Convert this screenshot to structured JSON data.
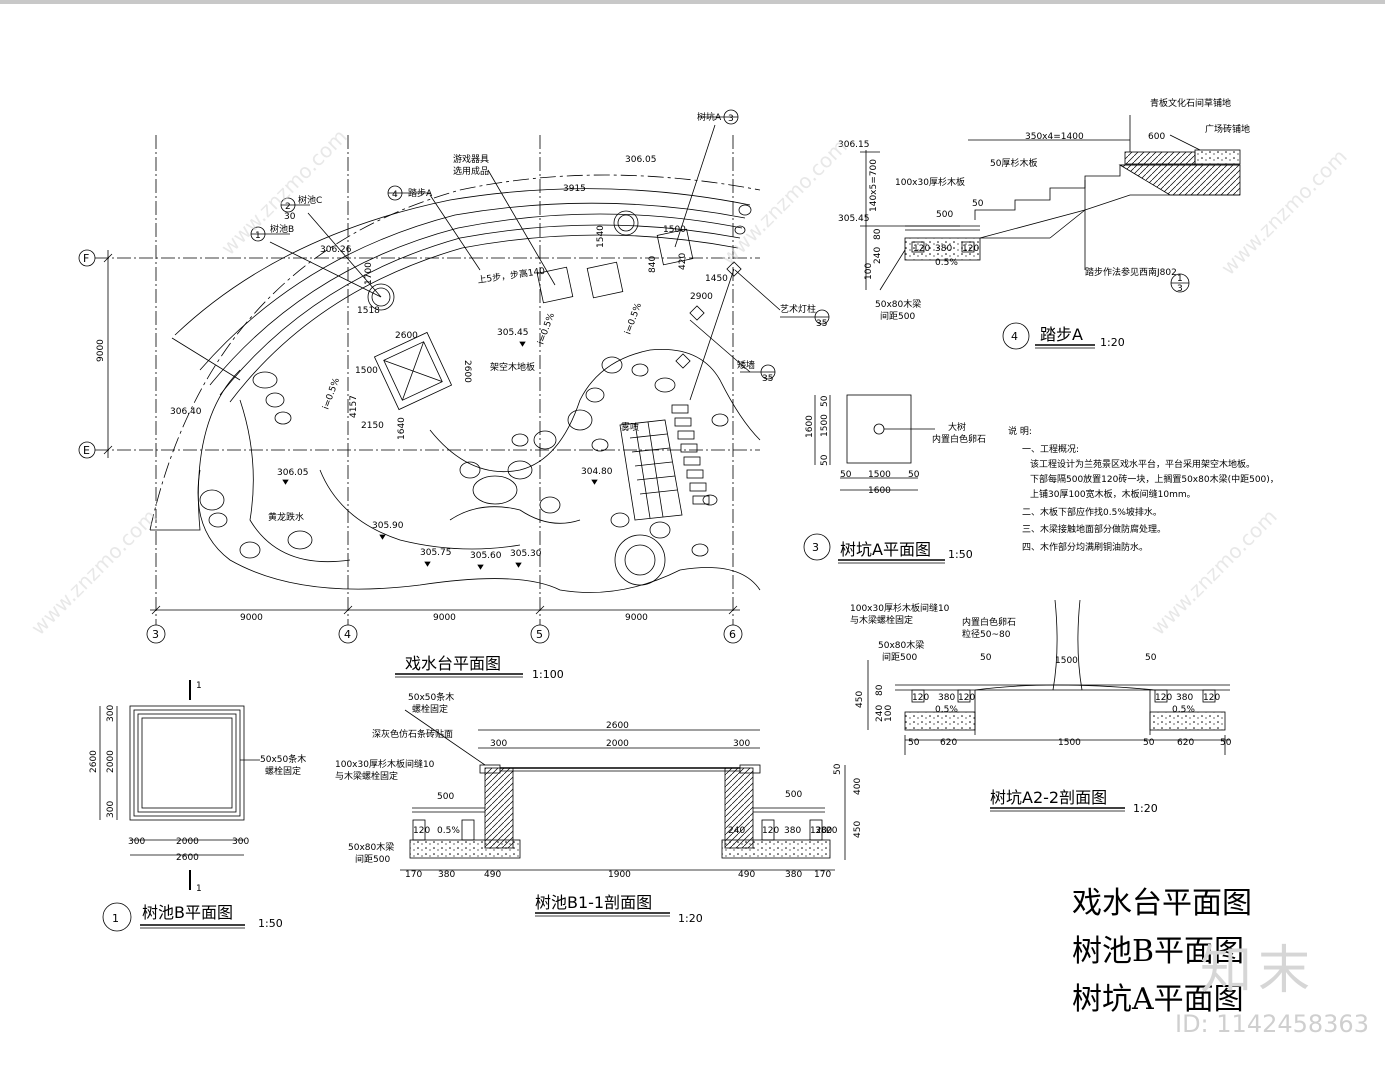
{
  "plan": {
    "title": "戏水台平面图",
    "scale": "1:100",
    "labels": {
      "shuchi_c": "树池C",
      "shuchi_b": "树池B",
      "tabu_a": "踏步A",
      "shukeng_a": "树坑A",
      "youxi_1": "游戏器具",
      "youxi_2": "选用成品",
      "steps": "上5步，步高140",
      "deck": "架空木地板",
      "spray": "雾喷",
      "pond": "黄龙跌水",
      "artlamp": "艺术灯柱",
      "wall": "矮墙"
    },
    "elevations": [
      "306.05",
      "306.26",
      "306.40",
      "305.45",
      "306.05",
      "304.80",
      "305.90",
      "305.75",
      "305.60",
      "305.30"
    ],
    "dims": {
      "d3915": "3915",
      "d1500": "1500",
      "d1450": "1450",
      "d2900": "2900",
      "d2600": "2600",
      "d1500b": "1500",
      "d4157": "4157",
      "d2150": "2150",
      "d1640": "1640",
      "d1518": "1518",
      "d1700": "1700",
      "d840": "840",
      "d420": "420",
      "d1540": "1540",
      "d2600v": "2600",
      "d9000v": "9000",
      "d9000a": "9000",
      "d9000b": "9000",
      "d9000c": "9000"
    },
    "slopes": [
      "i=0.5%",
      "i=0.5%",
      "i=0.5%"
    ],
    "grid_letters": [
      "F",
      "E"
    ],
    "grid_numbers": [
      "3",
      "4",
      "5",
      "6"
    ],
    "callouts": [
      {
        "num": "4",
        "den": "",
        "label": "4"
      },
      {
        "num": "2",
        "den": "30",
        "label": "2"
      },
      {
        "num": "1",
        "den": "",
        "label": "1"
      },
      {
        "num": "3",
        "den": "",
        "label": "3"
      }
    ],
    "callout_dens": [
      "30",
      "35",
      "35"
    ]
  },
  "step_detail": {
    "title": "踏步A",
    "scale": "1:20",
    "number": "4",
    "labels": {
      "stone": "青板文化石间草铺地",
      "plaza": "广场砖铺地",
      "board50": "50厚杉木板",
      "board100": "100x30厚杉木板",
      "beam": "50x80木梁",
      "beam_spacing": "间距500",
      "ref": "踏步作法参见西南J802"
    },
    "dims": [
      "350x4=1400",
      "600",
      "140x5=700",
      "500",
      "50",
      "380",
      "120",
      "120",
      "240",
      "80",
      "100",
      "0.5%"
    ],
    "elevations": [
      "306.15",
      "305.45"
    ],
    "ref_num": "1",
    "ref_den": "3"
  },
  "pit_a": {
    "title": "树坑A平面图",
    "scale": "1:50",
    "number": "3",
    "labels": {
      "tree": "大树",
      "stones": "内置白色卵石"
    },
    "dims": [
      "1500",
      "1600",
      "50",
      "50",
      "1500",
      "1600",
      "50",
      "50"
    ]
  },
  "notes": {
    "heading": "说  明:",
    "lines": [
      "一、工程概况:",
      "该工程设计为兰苑景区戏水平台，平台采用架空木地板。",
      "下部每隔500放置120砖一块，上搁置50x80木梁(中距500)，",
      "上铺30厚100宽木板，木板间缝10mm。",
      "二、木板下部应作找0.5%坡排水。",
      "三、木梁接触地面部分做防腐处理。",
      "四、木作部分均满刷铜油防水。"
    ]
  },
  "section_a22": {
    "title": "树坑A2-2剖面图",
    "scale": "1:20",
    "labels": {
      "board": "100x30厚杉木板间缝10",
      "board2": "与木梁螺栓固定",
      "stones": "内置白色卵石",
      "stones2": "粒径50~80",
      "beam": "50x80木梁",
      "beam2": "间距500"
    },
    "dims": [
      "50",
      "1500",
      "50",
      "380",
      "380",
      "120",
      "120",
      "120",
      "120",
      "0.5%",
      "0.5%",
      "450",
      "80",
      "240",
      "100",
      "50",
      "620",
      "1500",
      "620",
      "50",
      "50"
    ]
  },
  "pool_b": {
    "title": "树池B平面图",
    "scale": "1:50",
    "number": "1",
    "labels": {
      "wood": "50x50条木",
      "wood2": "螺栓固定"
    },
    "section_mark": "1",
    "dims": [
      "2600",
      "2000",
      "300",
      "300",
      "2000",
      "300",
      "300",
      "2600"
    ]
  },
  "section_b11": {
    "title": "树池B1-1剖面图",
    "scale": "1:20",
    "labels": {
      "wood": "50x50条木",
      "wood2": "螺栓固定",
      "stone": "深灰色仿石条砖贴面",
      "board": "100x30厚杉木板间缝10",
      "board2": "与木梁螺栓固定",
      "beam": "50x80木梁",
      "beam2": "间距500"
    },
    "dims": [
      "2600",
      "300",
      "2000",
      "300",
      "500",
      "500",
      "0.5%",
      "240",
      "120",
      "380",
      "120",
      "120",
      "380",
      "20",
      "50",
      "400",
      "450",
      "170",
      "380",
      "490",
      "1900",
      "490",
      "380",
      "170"
    ]
  },
  "title_block": [
    "戏水台平面图",
    "树池B平面图",
    "树坑A平面图"
  ],
  "watermark": {
    "brand": "知末",
    "id": "ID: 1142458363",
    "site": "www.znzmo.com"
  }
}
